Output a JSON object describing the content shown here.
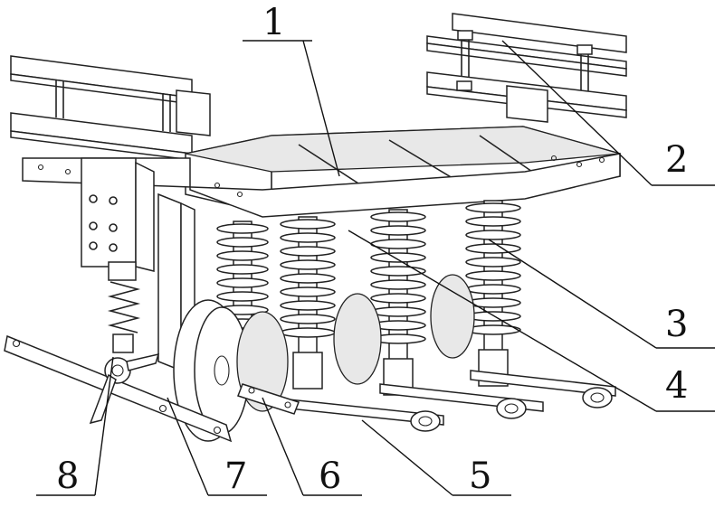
{
  "labels": [
    {
      "id": "1",
      "text": "1"
    },
    {
      "id": "2",
      "text": "2"
    },
    {
      "id": "3",
      "text": "3"
    },
    {
      "id": "4",
      "text": "4"
    },
    {
      "id": "5",
      "text": "5"
    },
    {
      "id": "6",
      "text": "6"
    },
    {
      "id": "7",
      "text": "7"
    },
    {
      "id": "8",
      "text": "8"
    }
  ],
  "colors": {
    "line": "#222222",
    "background": "#ffffff"
  }
}
